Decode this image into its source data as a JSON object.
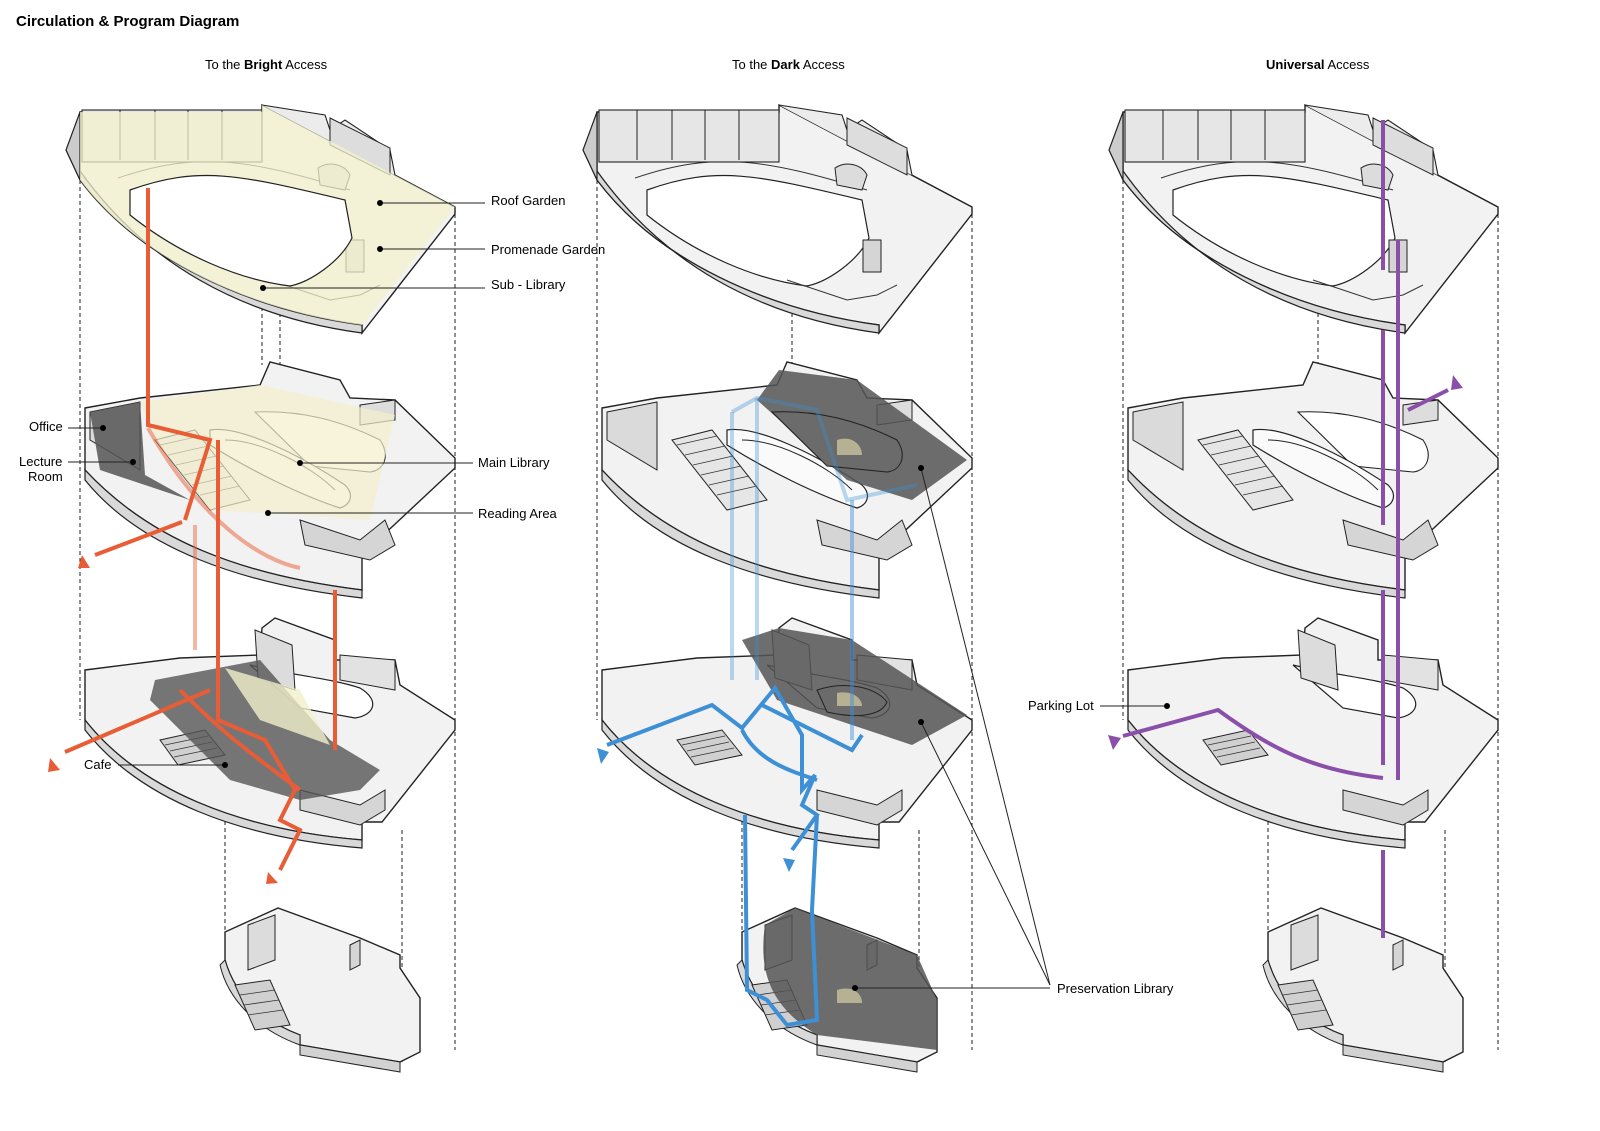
{
  "title": "Circulation & Program Diagram",
  "columns": [
    {
      "pre": "To the ",
      "bold": "Bright",
      "post": " Access"
    },
    {
      "pre": "To the ",
      "bold": "Dark",
      "post": " Access"
    },
    {
      "pre": "",
      "bold": "Universal",
      "post": " Access"
    }
  ],
  "labels": {
    "roof_garden": "Roof Garden",
    "promenade_garden": "Promenade Garden",
    "sub_library": "Sub - Library",
    "office": "Office",
    "lecture_room_1": "Lecture",
    "lecture_room_2": "Room",
    "main_library": "Main Library",
    "reading_area": "Reading Area",
    "cafe": "Cafe",
    "preservation_library": "Preservation Library",
    "parking_lot": "Parking Lot"
  },
  "colors": {
    "bright_path": "#e85d36",
    "dark_path": "#3d8fd6",
    "universal_path": "#8a4fa8",
    "program_highlight": "#f3f0cc",
    "dark_program": "#555555",
    "building": "#eeeeee"
  },
  "icons": [
    "floor-plate",
    "circulation-path",
    "entry-arrow",
    "dashed-projection-line"
  ]
}
